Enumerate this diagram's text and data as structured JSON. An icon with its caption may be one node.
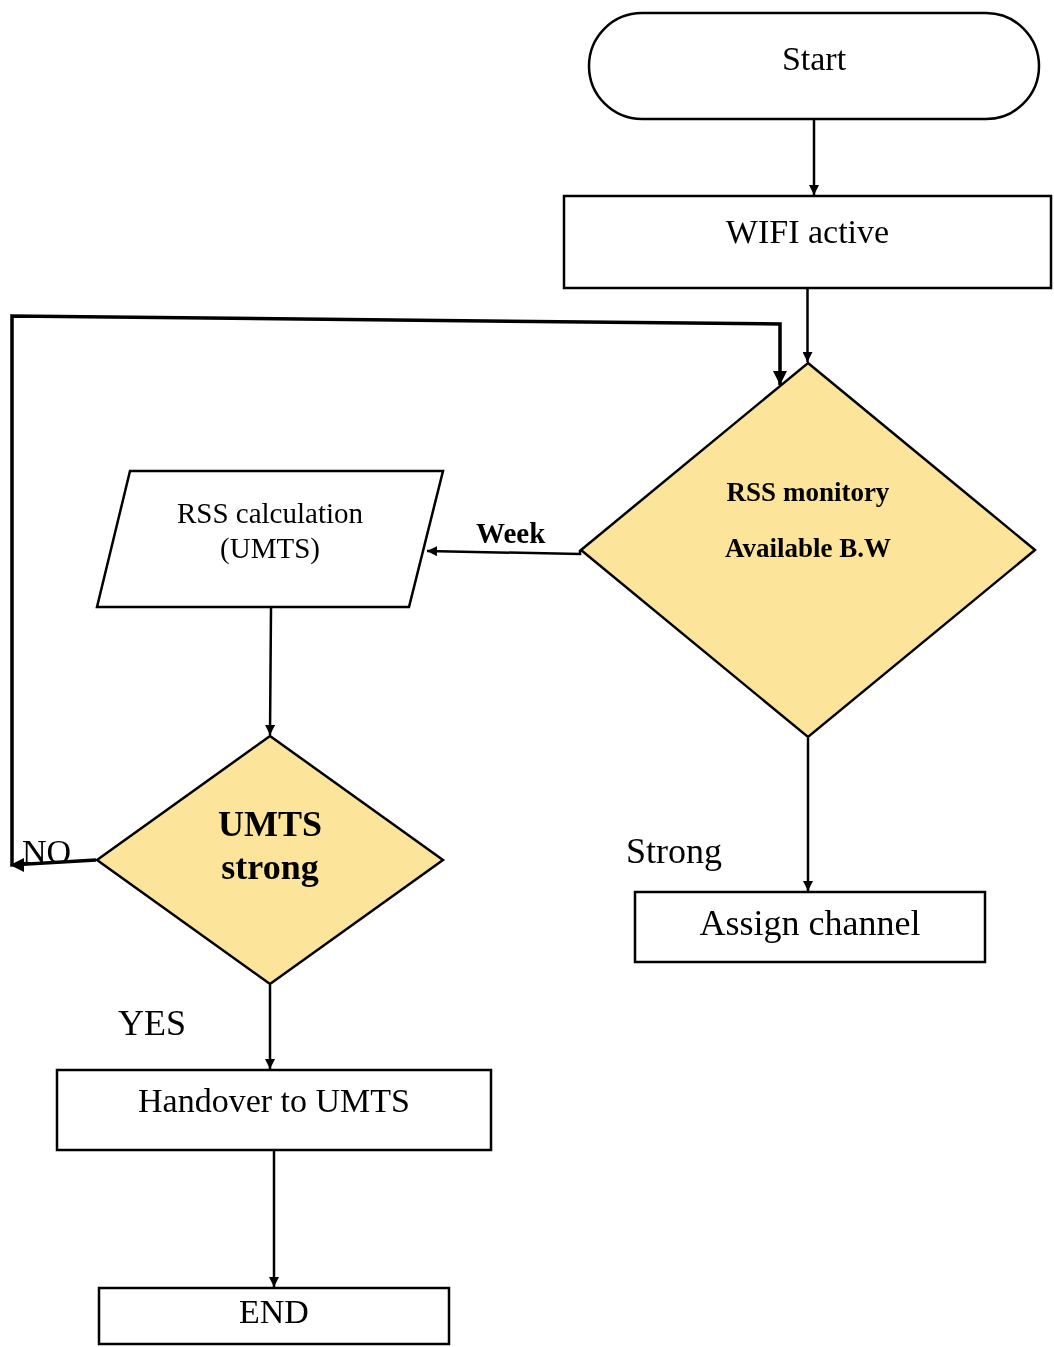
{
  "diagram": {
    "nodes": [
      {
        "text": [
          "Start"
        ]
      },
      {
        "text": [
          "WIFI active"
        ]
      },
      {
        "text": [
          "RSS monitory",
          "Available B.W"
        ]
      },
      {
        "text": [
          "RSS calculation (UMTS)"
        ]
      },
      {
        "text": [
          "UMTS strong"
        ]
      },
      {
        "text": [
          "Assign channel"
        ]
      },
      {
        "text": [
          "Handover to UMTS"
        ]
      },
      {
        "text": [
          "END"
        ]
      }
    ],
    "edges": [
      {
        "from": 0,
        "to": 1,
        "arrow": "to"
      },
      {
        "from": 1,
        "to": 2,
        "arrow": "to"
      },
      {
        "from": 2,
        "to": 3,
        "arrow": "to",
        "label": "Week"
      },
      {
        "from": 3,
        "to": 4,
        "arrow": "to"
      },
      {
        "from": 4,
        "to": 2,
        "arrow": "to",
        "label": "NO"
      },
      {
        "from": 2,
        "to": 5,
        "arrow": "to",
        "label": "Strong"
      },
      {
        "from": 4,
        "to": 6,
        "arrow": "to",
        "label": "YES"
      },
      {
        "from": 6,
        "to": 7,
        "arrow": "to"
      }
    ]
  }
}
